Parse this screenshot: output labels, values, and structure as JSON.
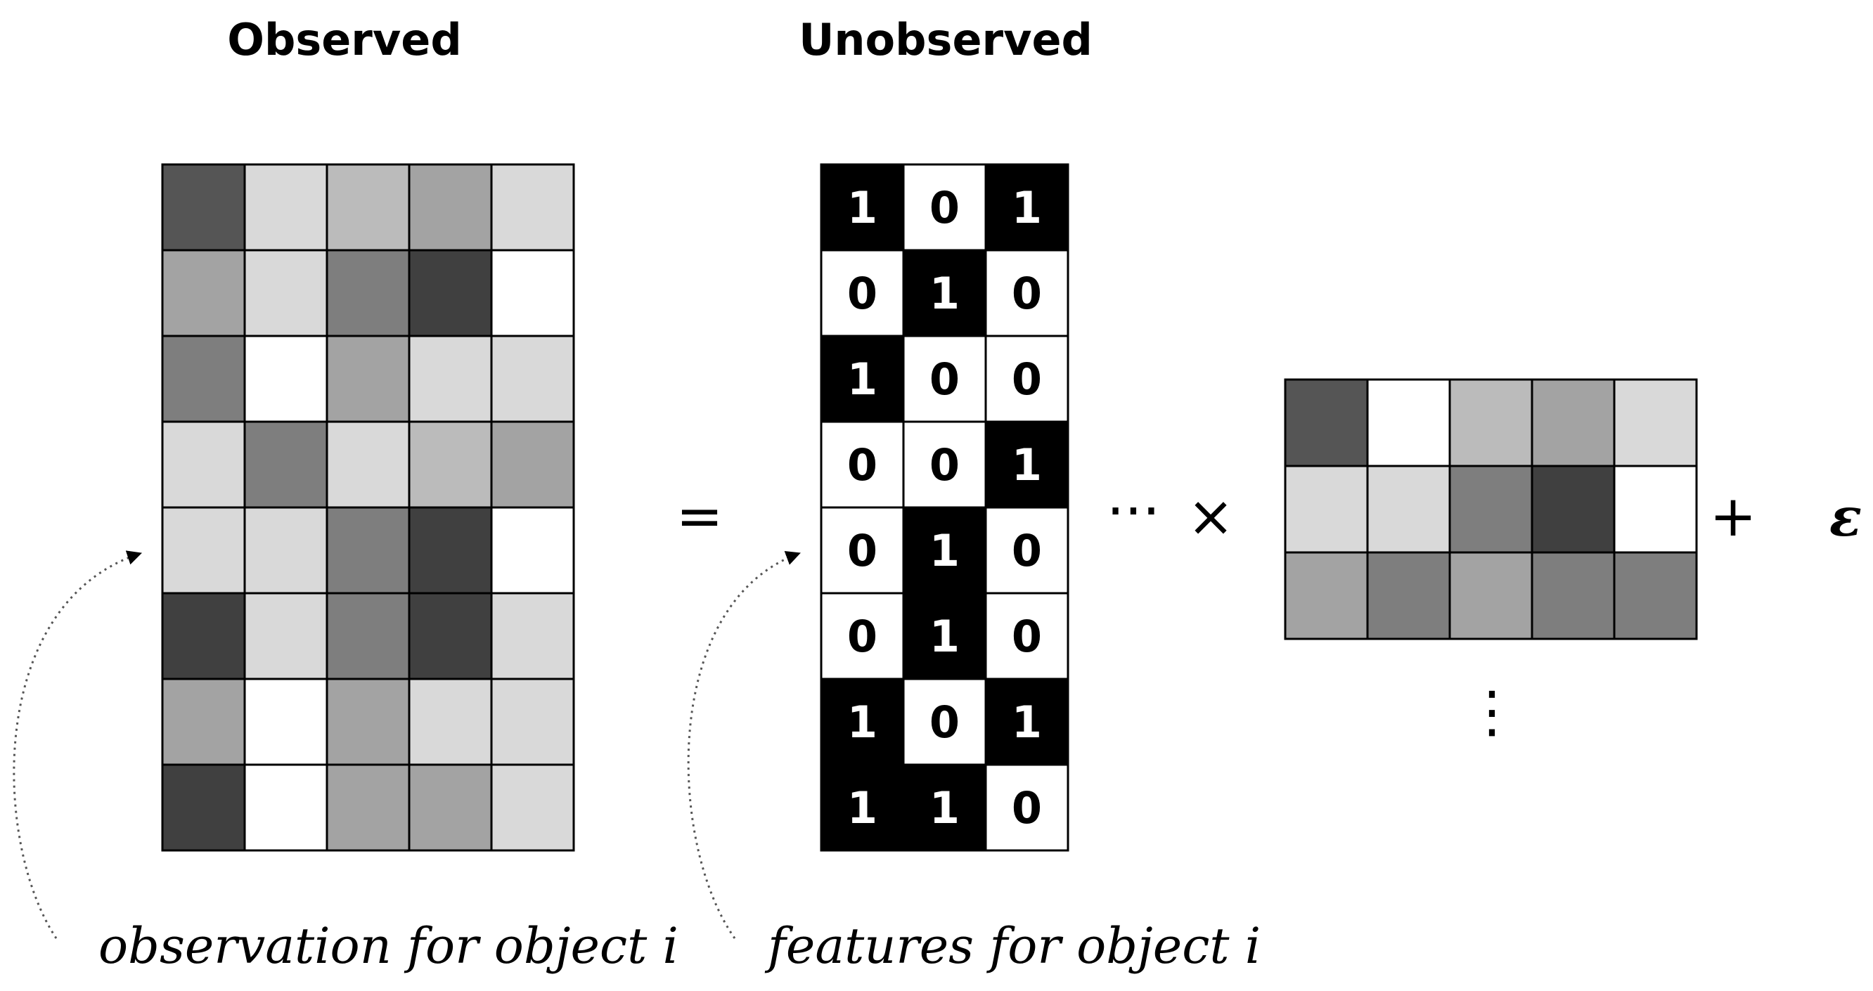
{
  "headings": {
    "observed": "Observed",
    "unobserved": "Unobserved"
  },
  "captions": {
    "observation": "observation for object i",
    "features": "features for object i"
  },
  "operators": {
    "equals": "=",
    "ellipsis": "···",
    "times": "×",
    "plus": "+",
    "epsilon": "ε",
    "vdots": "⋮"
  },
  "observed_matrix": [
    [
      "#555555",
      "#d9d9d9",
      "#bbbbbb",
      "#a3a3a3",
      "#d9d9d9"
    ],
    [
      "#a3a3a3",
      "#d9d9d9",
      "#7e7e7e",
      "#404040",
      "#ffffff"
    ],
    [
      "#7e7e7e",
      "#ffffff",
      "#a3a3a3",
      "#d9d9d9",
      "#d9d9d9"
    ],
    [
      "#d9d9d9",
      "#7e7e7e",
      "#d9d9d9",
      "#bbbbbb",
      "#a3a3a3"
    ],
    [
      "#d9d9d9",
      "#d9d9d9",
      "#7e7e7e",
      "#404040",
      "#ffffff"
    ],
    [
      "#404040",
      "#d9d9d9",
      "#7e7e7e",
      "#404040",
      "#d9d9d9"
    ],
    [
      "#a3a3a3",
      "#ffffff",
      "#a3a3a3",
      "#d9d9d9",
      "#d9d9d9"
    ],
    [
      "#404040",
      "#ffffff",
      "#a3a3a3",
      "#a3a3a3",
      "#d9d9d9"
    ]
  ],
  "feature_matrix": [
    [
      "1",
      "0",
      "1"
    ],
    [
      "0",
      "1",
      "0"
    ],
    [
      "1",
      "0",
      "0"
    ],
    [
      "0",
      "0",
      "1"
    ],
    [
      "0",
      "1",
      "0"
    ],
    [
      "0",
      "1",
      "0"
    ],
    [
      "1",
      "0",
      "1"
    ],
    [
      "1",
      "1",
      "0"
    ]
  ],
  "weight_matrix": [
    [
      "#555555",
      "#ffffff",
      "#bbbbbb",
      "#a3a3a3",
      "#d9d9d9"
    ],
    [
      "#d9d9d9",
      "#d9d9d9",
      "#7e7e7e",
      "#404040",
      "#ffffff"
    ],
    [
      "#a3a3a3",
      "#7e7e7e",
      "#a3a3a3",
      "#7e7e7e",
      "#7e7e7e"
    ]
  ]
}
